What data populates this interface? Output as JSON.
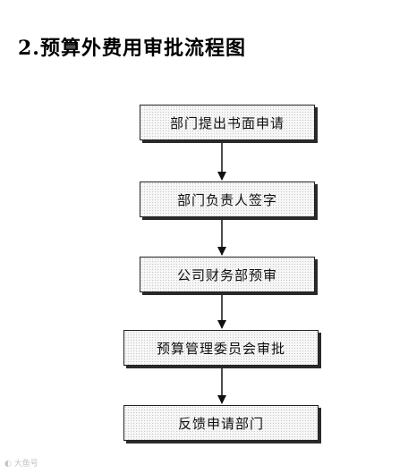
{
  "title": "2.预算外费用审批流程图",
  "steps": [
    {
      "label": "部门提出书面申请"
    },
    {
      "label": "部门负责人签字"
    },
    {
      "label": "公司财务部预审"
    },
    {
      "label": "预算管理委员会审批"
    },
    {
      "label": "反馈申请部门"
    }
  ],
  "watermark": "大鱼号"
}
